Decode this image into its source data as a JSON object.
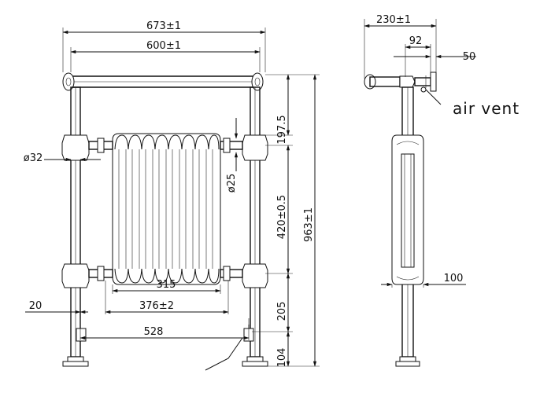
{
  "front_view": {
    "overall_width": "673±1",
    "rail_centres": "600±1",
    "rail_diameter": "ø32",
    "inlet_diameter": "ø25",
    "top_to_upper_inlet": "197.5",
    "inlet_centres": "420±0.5",
    "overall_height": "963±1",
    "section_width": "315",
    "connection_width": "376±2",
    "valve_centres": "528",
    "valve_offset": "20",
    "lower_inlet_to_valve": "205",
    "valve_to_floor": "104"
  },
  "side_view": {
    "overall_depth": "230±1",
    "vent_offset": "92",
    "wall_bracket": "50",
    "air_vent_label": "air vent",
    "radiator_depth": "100"
  }
}
